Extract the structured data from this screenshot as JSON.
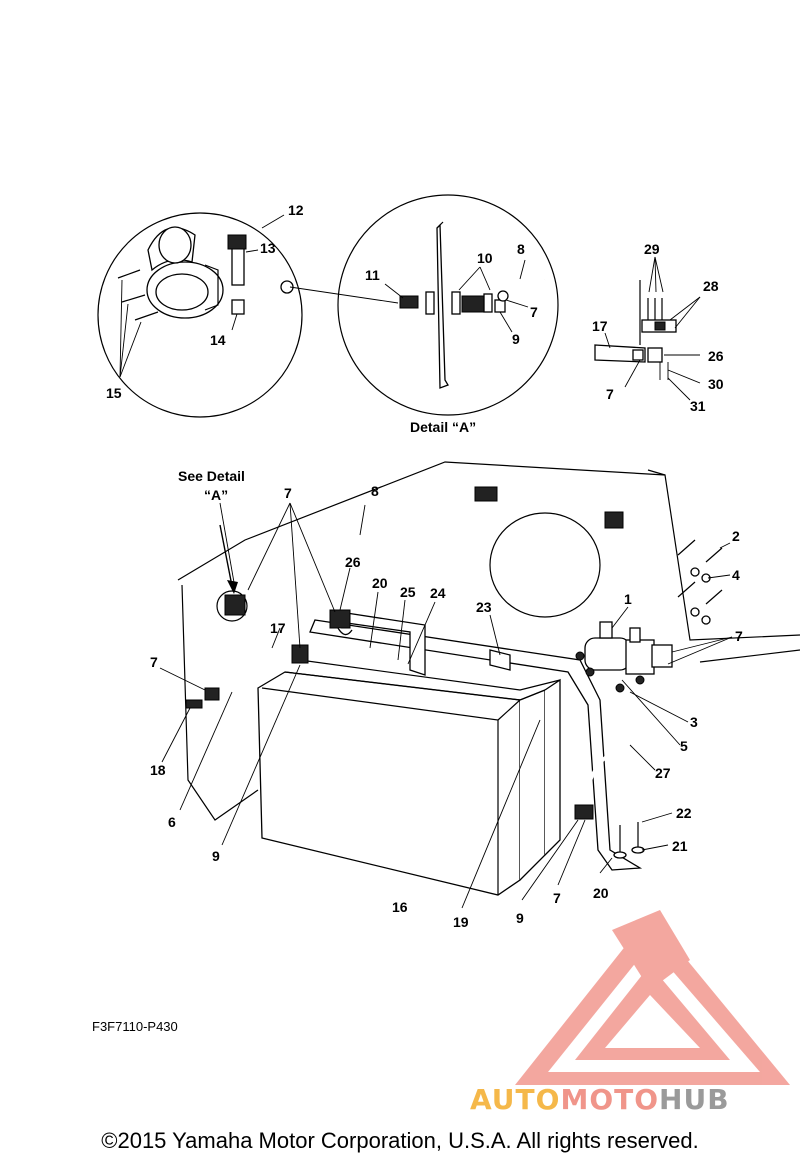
{
  "callouts": {
    "c1": "1",
    "c2": "2",
    "c3": "3",
    "c4": "4",
    "c5": "5",
    "c6": "6",
    "c7a": "7",
    "c7b": "7",
    "c7c": "7",
    "c7d": "7",
    "c7e": "7",
    "c7f": "7",
    "c8a": "8",
    "c8b": "8",
    "c9a": "9",
    "c9b": "9",
    "c9c": "9",
    "c10": "10",
    "c11": "11",
    "c12": "12",
    "c13": "13",
    "c14": "14",
    "c15": "15",
    "c16": "16",
    "c17a": "17",
    "c17b": "17",
    "c18": "18",
    "c19": "19",
    "c20a": "20",
    "c20b": "20",
    "c21": "21",
    "c22": "22",
    "c23": "23",
    "c24": "24",
    "c25": "25",
    "c26a": "26",
    "c26b": "26",
    "c27": "27",
    "c28": "28",
    "c29": "29",
    "c30": "30",
    "c31": "31"
  },
  "detail_caption": "Detail “A”",
  "see_detail_line1": "See  Detail",
  "see_detail_line2": "“A”",
  "figure_code": "F3F7110-P430",
  "copyright": "©2015 Yamaha Motor Corporation, U.S.A. All rights reserved.",
  "watermark": {
    "part1": "AUTO",
    "part2": "MOTO",
    "part3": "HUB",
    "colors": {
      "auto": "#f5b84a",
      "moto": "#f0958a",
      "hub": "#9a9a9a",
      "logo": "#f08a80"
    }
  }
}
